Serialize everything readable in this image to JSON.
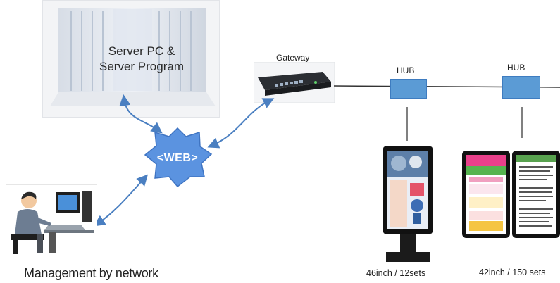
{
  "server": {
    "line1": "Server PC &",
    "line2": "Server Program"
  },
  "gateway": {
    "label": "Gateway"
  },
  "hubs": [
    {
      "label": "HUB"
    },
    {
      "label": "HUB"
    }
  ],
  "web": {
    "label": "<WEB>"
  },
  "captions": {
    "management": "Management by network",
    "kiosk": "46inch / 12sets",
    "tablet": "42inch / 150 sets"
  },
  "colors": {
    "web_star": "#5b93e0",
    "hub": "#5b9bd5",
    "arrow": "#4a7fc1",
    "network_line": "#333333"
  },
  "icons": [
    "server-rack-icon",
    "gateway-router-icon",
    "hub-icon",
    "web-star-icon",
    "person-at-computer-icon",
    "kiosk-display-icon",
    "tablet-display-icon"
  ]
}
